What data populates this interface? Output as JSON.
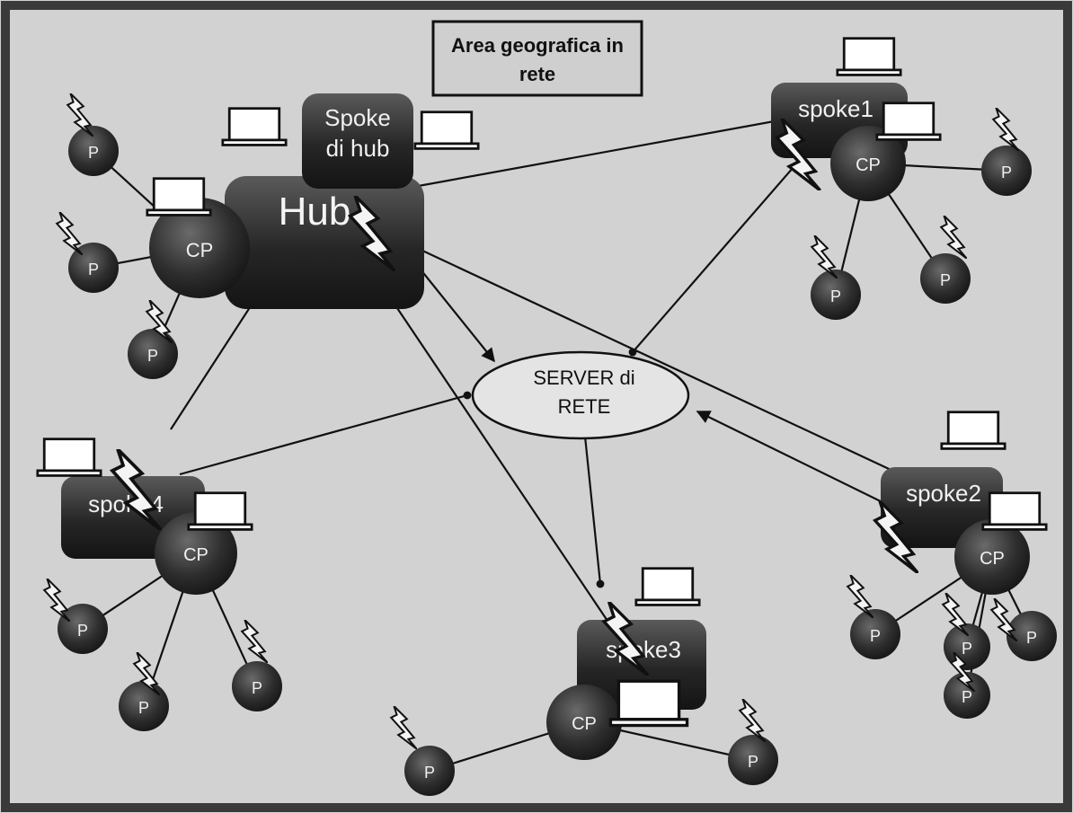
{
  "title": {
    "line1": "Area geografica in",
    "line2": "rete"
  },
  "server": {
    "line1": "SERVER di",
    "line2": "RETE"
  },
  "hub": {
    "label": "Hub",
    "spoke_line1": "Spoke",
    "spoke_line2": "di hub"
  },
  "spokes": [
    {
      "label": "spoke1"
    },
    {
      "label": "spoke2"
    },
    {
      "label": "spoke3"
    },
    {
      "label": "spoke4"
    }
  ],
  "cp_label": "CP",
  "p_label": "P",
  "colors": {
    "background": "#d2d2d2",
    "frame": "#3a3a3a",
    "box_dark": "#202020",
    "node_dark": "#2e2e2e",
    "server_fill": "#e4e4e4",
    "title_fill": "#cfcfcf",
    "laptop_screen": "#ffffff",
    "lines": "#111111"
  }
}
